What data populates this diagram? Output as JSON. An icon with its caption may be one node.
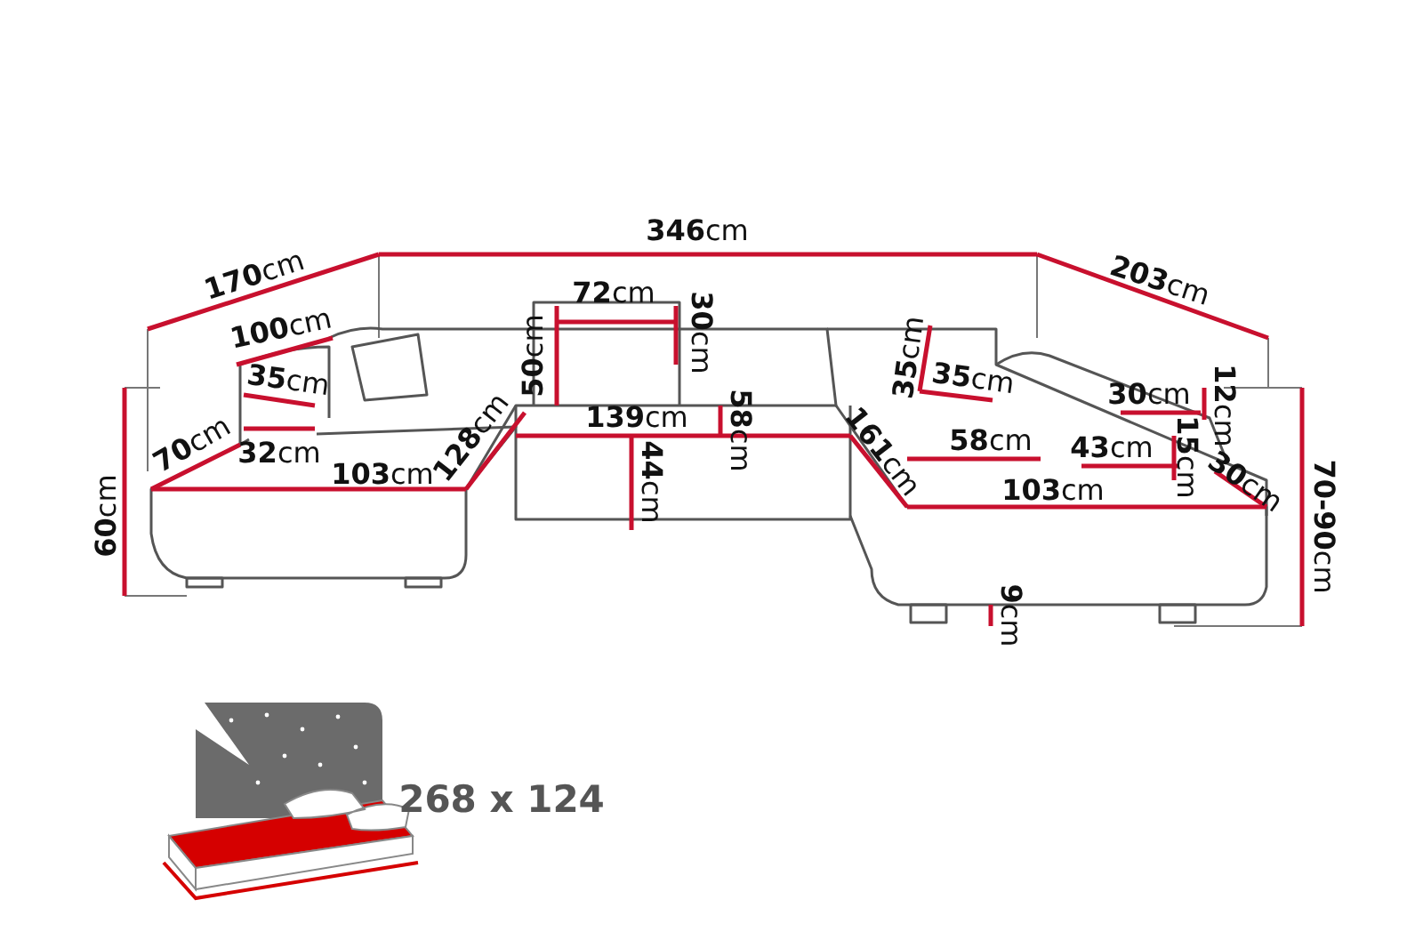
{
  "diagram": {
    "labels": [
      "**346**cm",
      "**170**cm",
      "**203**cm",
      "**72**cm",
      "**100**cm",
      "**30**cm",
      "**50**cm",
      "**35**cm",
      "**35**cm",
      "**35**cm",
      "**30**cm",
      "**12**cm",
      "**139**cm",
      "**58**cm",
      "**161**cm",
      "**70**cm",
      "**32**cm",
      "**58**cm",
      "**43**cm",
      "**15**cm",
      "**60**cm",
      "**103**cm",
      "**128**cm",
      "**44**cm",
      "**103**cm",
      "**30**cm",
      "**70-90**cm",
      "**9**cm",
      "268 x 124"
    ]
  }
}
